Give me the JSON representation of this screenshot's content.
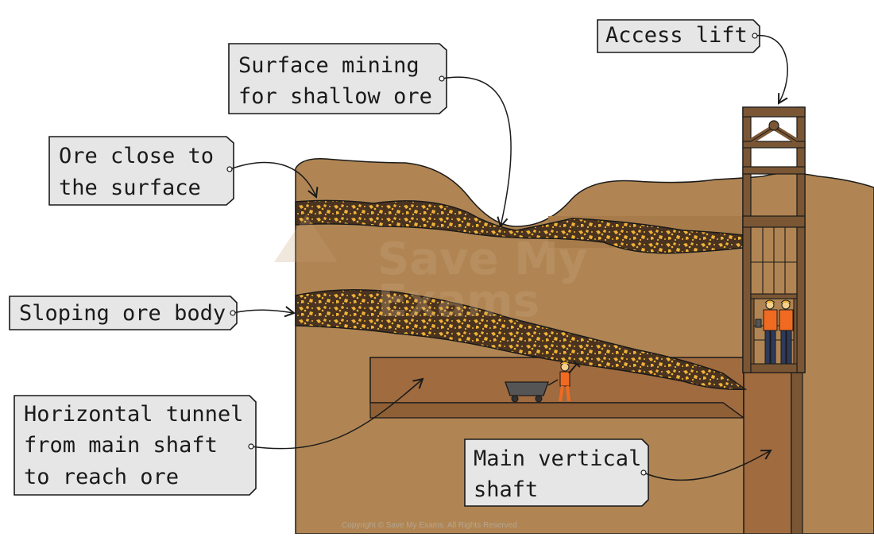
{
  "labels": {
    "access_lift": "Access lift",
    "surface_mining_line1": "Surface mining",
    "surface_mining_line2": "for shallow ore",
    "ore_close_line1": "Ore close to",
    "ore_close_line2": "the surface",
    "sloping_ore": "Sloping ore body",
    "tunnel_line1": "Horizontal tunnel",
    "tunnel_line2": "from main shaft",
    "tunnel_line3": "to reach ore",
    "shaft_line1": "Main vertical",
    "shaft_line2": "shaft"
  },
  "watermark": {
    "line1": "Save My",
    "line2": "Exams"
  },
  "copyright": "Copyright © Save My Exams. All Rights Reserved",
  "colors": {
    "ground": "#b08553",
    "tunnel": "#a06b3e",
    "ore_dark": "#4a3320",
    "ore_gold": "#f0b437",
    "frame": "#7a5634",
    "callout_fill": "#e6e6e6",
    "vest": "#f06a22",
    "cart": "#555555"
  }
}
